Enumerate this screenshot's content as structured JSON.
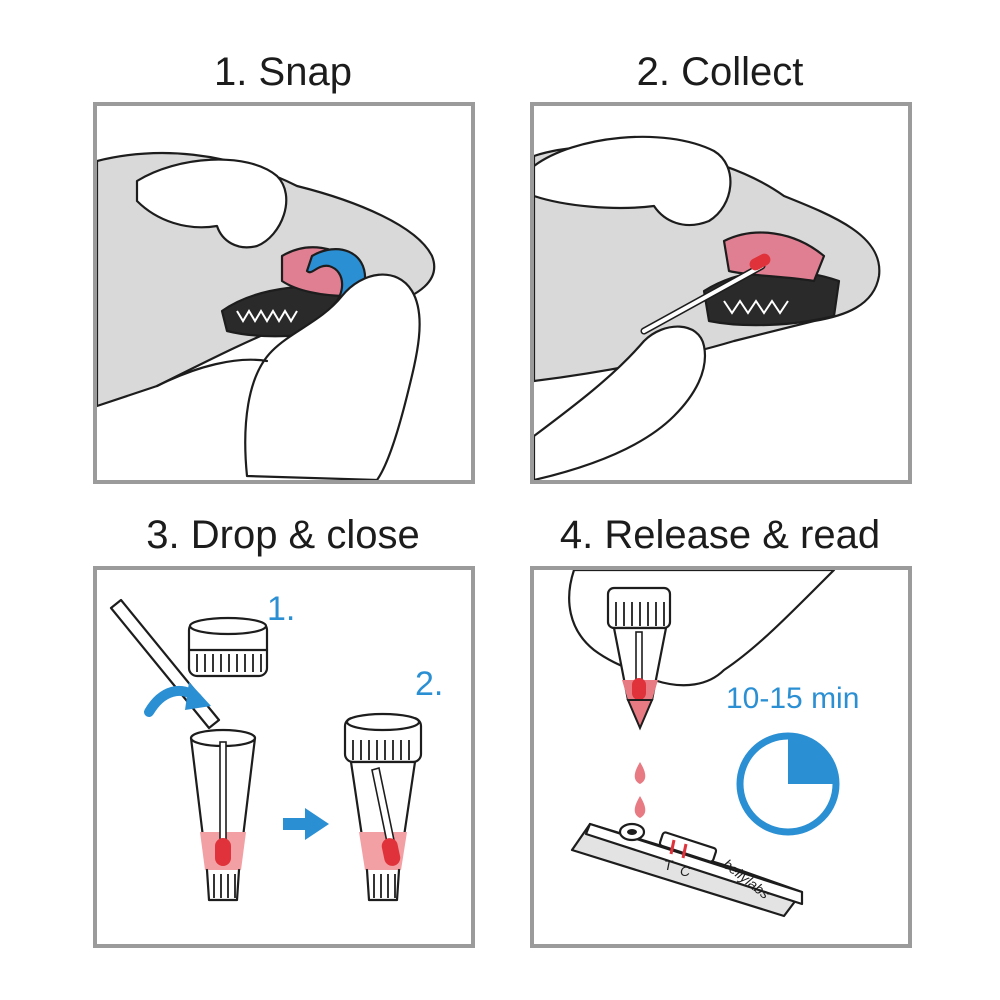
{
  "steps": [
    {
      "title": "1. Snap"
    },
    {
      "title": "2. Collect"
    },
    {
      "title": "3. Drop & close",
      "substeps": [
        "1.",
        "2."
      ]
    },
    {
      "title": "4. Release & read",
      "timer": "10-15 min",
      "strip_labels": {
        "t": "T",
        "c": "C",
        "brand": "bellylabs"
      }
    }
  ],
  "colors": {
    "accent_blue": "#2b8fd3",
    "sample_red": "#e0323a",
    "gum_pink": "#e07f92",
    "frame_grey": "#9b9b9b"
  }
}
